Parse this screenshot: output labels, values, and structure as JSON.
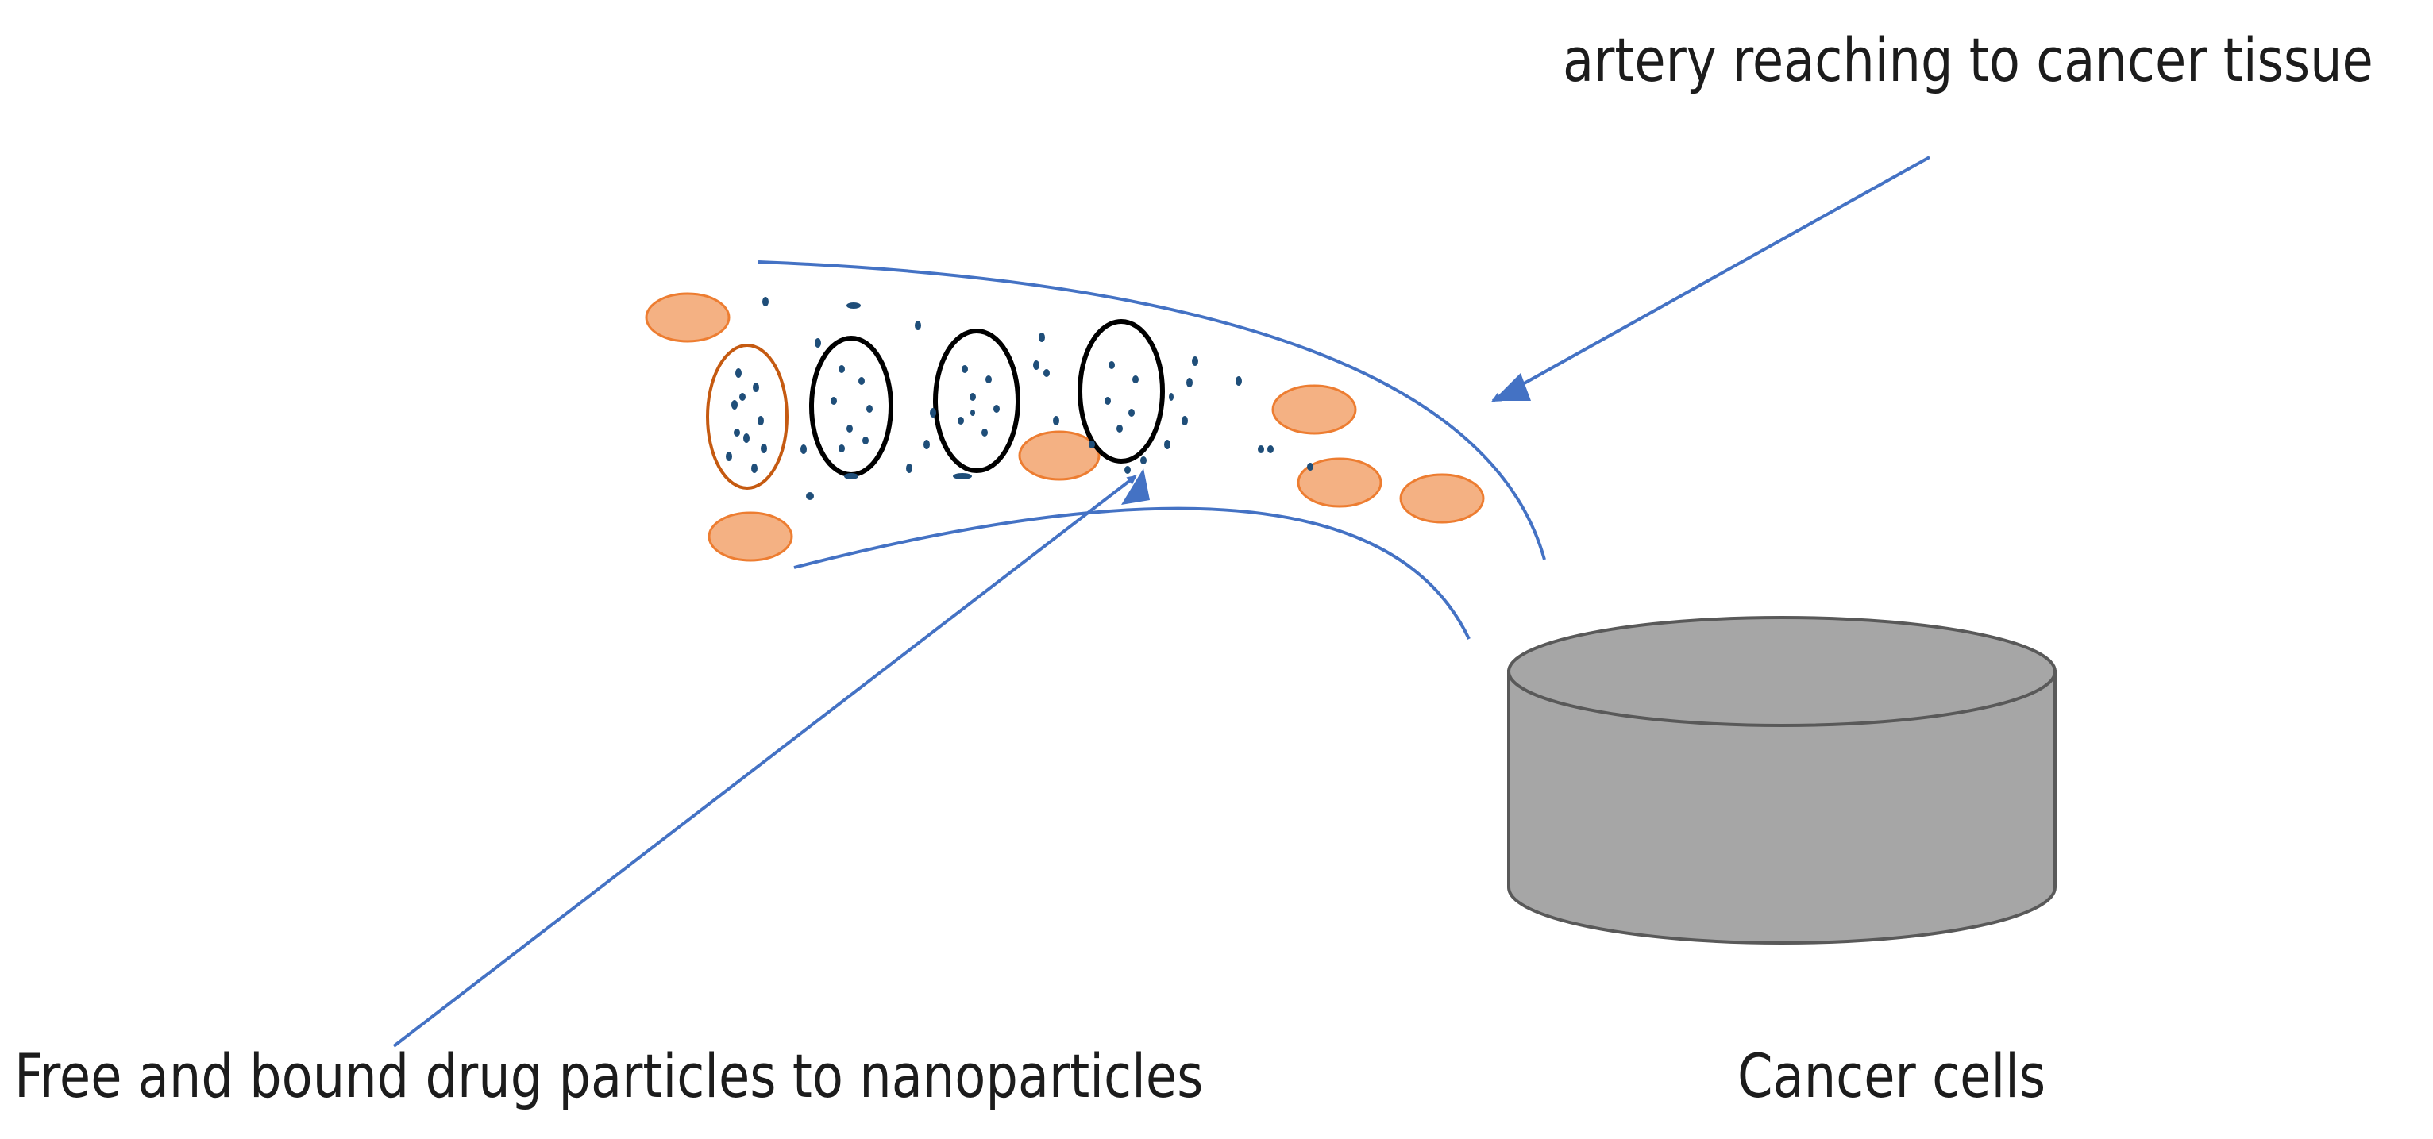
{
  "labels": {
    "artery": "artery reaching to cancer tissue",
    "drug": "Free and bound drug particles to nanoparticles",
    "cancer": "Cancer cells"
  },
  "colors": {
    "vessel_line": "#4472C4",
    "arrow": "#4472C4",
    "red_blood_cell_fill": "#F4B183",
    "red_blood_cell_stroke": "#ED7D31",
    "nanoparticle_outline": "#000000",
    "orange_nanoparticle_outline": "#C55A11",
    "drug_dot": "#1F4E79",
    "cylinder_fill": "#A6A6A6",
    "cylinder_stroke": "#595959"
  }
}
